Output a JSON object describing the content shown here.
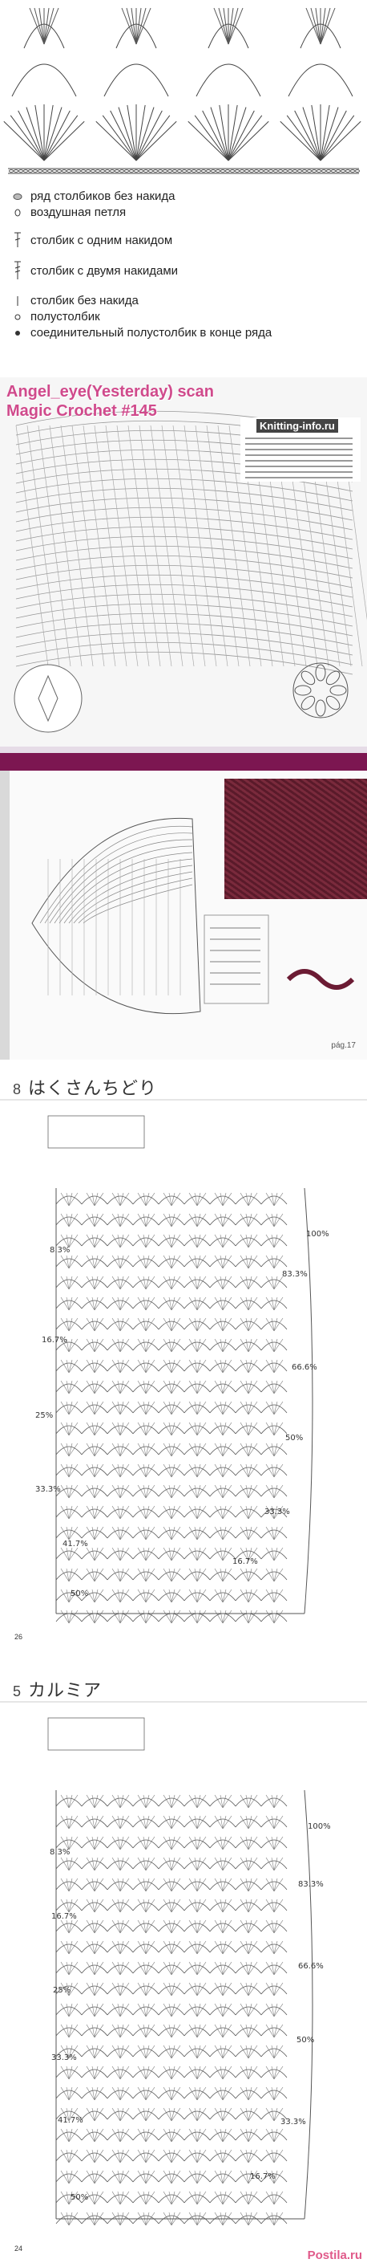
{
  "legend": {
    "items": [
      {
        "icon": "oval-row-icon",
        "text": "ряд столбиков без накида"
      },
      {
        "icon": "oval-chain-icon",
        "text": "воздушная петля"
      },
      {
        "icon": "t-post-icon",
        "text": "столбик с одним накидом"
      },
      {
        "icon": "double-t-post-icon",
        "text": "столбик с двумя накидами"
      },
      {
        "icon": "short-line-icon",
        "text": "столбик без накида"
      },
      {
        "icon": "dot-icon",
        "text": "полустолбик"
      },
      {
        "icon": "filled-dot-icon",
        "text": "соединительный полустолбик в конце ряда"
      }
    ]
  },
  "scan": {
    "line1": "Angel_eye(Yesterday) scan",
    "line2": "Magic Crochet #145",
    "site": "Knitting-info.ru"
  },
  "spread": {
    "page": "pág.17"
  },
  "jp1": {
    "number": "8",
    "title": "はくさんちどり",
    "right_pcts": [
      "100%",
      "83.3%",
      "66.6%",
      "50%",
      "33.3%",
      "16.7%"
    ],
    "left_pcts": [
      "8.3%",
      "16.7%",
      "25%",
      "33.3%",
      "41.7%",
      "50%"
    ],
    "page": "26"
  },
  "jp2": {
    "number": "5",
    "title": "カルミア",
    "right_pcts": [
      "100%",
      "83.3%",
      "66.6%",
      "50%",
      "33.3%",
      "16.7%"
    ],
    "left_pcts": [
      "8.3%",
      "16.7%",
      "25%",
      "33.3%",
      "41.7%",
      "50%"
    ],
    "page": "24",
    "watermark": "Postila.ru"
  },
  "colors": {
    "scan_pink": "#d04a8c",
    "magenta_band": "#7c1651",
    "watermark": "#e05a8a"
  }
}
